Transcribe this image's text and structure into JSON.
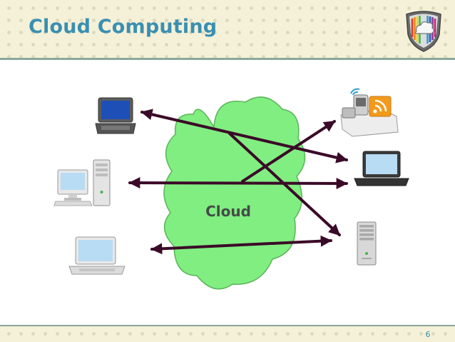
{
  "slide": {
    "title": "Cloud Computing",
    "page_number": "6"
  },
  "diagram": {
    "center_label": "Cloud",
    "left_devices": [
      "laptop-icon",
      "desktop-computer-icon",
      "laptop-icon"
    ],
    "right_devices": [
      "wireless-devices-icon",
      "laptop-icon",
      "server-tower-icon"
    ],
    "colors": {
      "title": "#3a8fb2",
      "cloud_fill": "#80ee80",
      "cloud_stroke": "#5ab45a",
      "arrows": "#3b0a28",
      "header_band": "#f4f1d8",
      "rule": "#8ba79c"
    }
  }
}
